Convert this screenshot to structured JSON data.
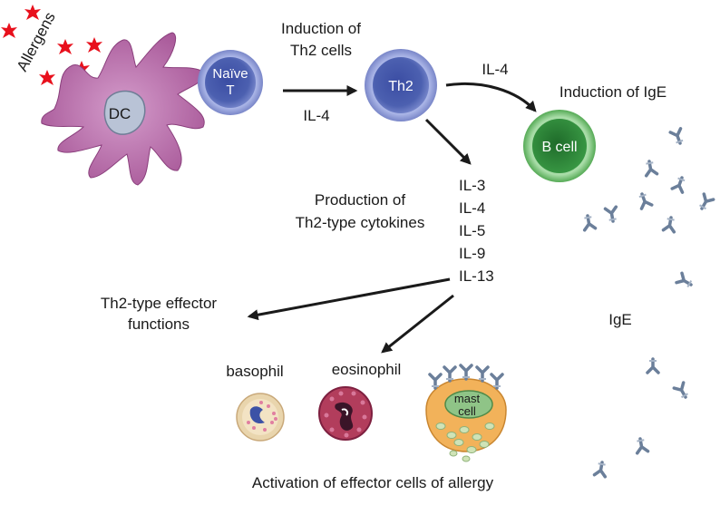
{
  "labels": {
    "allergens": "Allergens",
    "dc": "DC",
    "naive_t_line1": "Naïve",
    "naive_t_line2": "T",
    "th2": "Th2",
    "b_cell": "B cell",
    "induction_th2_line1": "Induction of",
    "induction_th2_line2": "Th2 cells",
    "il4_bottom": "IL-4",
    "il4_top": "IL-4",
    "induction_ige": "Induction of IgE",
    "production_line1": "Production of",
    "production_line2": "Th2-type cytokines",
    "cytokines": [
      "IL-3",
      "IL-4",
      "IL-5",
      "IL-9",
      "IL-13"
    ],
    "effector_line1": "Th2-type effector",
    "effector_line2": "functions",
    "basophil": "basophil",
    "eosinophil": "eosinophil",
    "mast_line1": "mast",
    "mast_line2": "cell",
    "ige": "IgE",
    "activation": "Activation of effector cells of allergy"
  },
  "colors": {
    "dc_body": "#b86aa8",
    "t_cell": "#5b6fb5",
    "b_cell": "#2f8f3a",
    "allergen": "#e8101c",
    "antibody": "#6b7f9a",
    "eosinophil": "#b5405f",
    "basophil": "#e8d2a8",
    "mast_cell": "#f2b25a"
  },
  "icons": [
    "allergen-icon",
    "antibody-icon"
  ]
}
